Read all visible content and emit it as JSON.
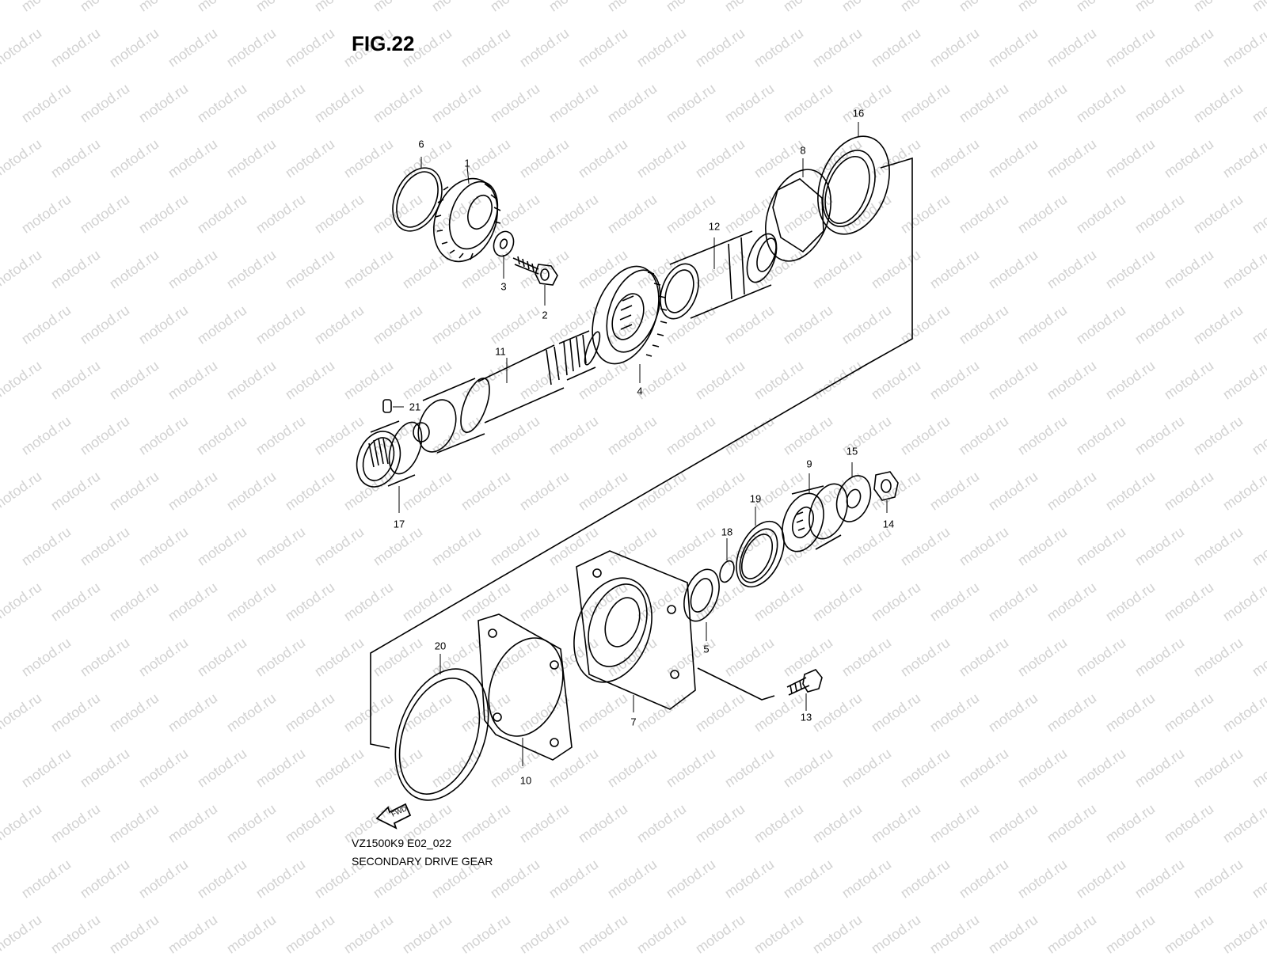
{
  "figure_label": "FIG.22",
  "diagram_code": "VZ1500K9 E02_022",
  "diagram_title": "SECONDARY DRIVE GEAR",
  "watermark_text": "motod.ru",
  "fwd_label": "FWD",
  "callouts": [
    {
      "id": "6",
      "label": "6"
    },
    {
      "id": "1",
      "label": "1"
    },
    {
      "id": "3",
      "label": "3"
    },
    {
      "id": "2",
      "label": "2"
    },
    {
      "id": "12",
      "label": "12"
    },
    {
      "id": "8",
      "label": "8"
    },
    {
      "id": "16",
      "label": "16"
    },
    {
      "id": "11",
      "label": "11"
    },
    {
      "id": "4",
      "label": "4"
    },
    {
      "id": "21",
      "label": "21"
    },
    {
      "id": "17",
      "label": "17"
    },
    {
      "id": "15",
      "label": "15"
    },
    {
      "id": "9",
      "label": "9"
    },
    {
      "id": "19",
      "label": "19"
    },
    {
      "id": "18",
      "label": "18"
    },
    {
      "id": "14",
      "label": "14"
    },
    {
      "id": "5",
      "label": "5"
    },
    {
      "id": "20",
      "label": "20"
    },
    {
      "id": "7",
      "label": "7"
    },
    {
      "id": "13",
      "label": "13"
    },
    {
      "id": "10",
      "label": "10"
    }
  ],
  "colors": {
    "line": "#000000",
    "watermark": "#d2d2d2",
    "background": "#ffffff"
  }
}
